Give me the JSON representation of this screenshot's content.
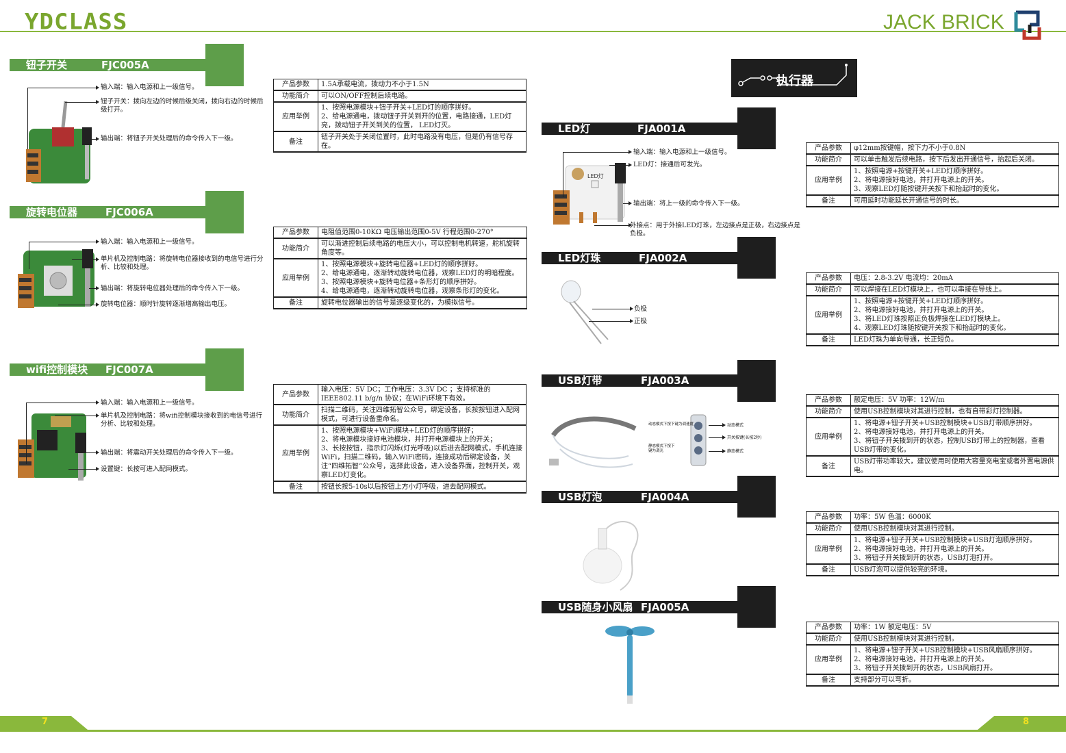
{
  "header": {
    "left_logo": "YDCLASS",
    "right_logo": "JACK BRICK"
  },
  "exec_badge": "执行器",
  "left_sections": [
    {
      "name": "钮子开关",
      "code": "FJC005A",
      "annotations": [
        "输入端：输入电源和上一级信号。",
        "钮子开关：拨向左边的时候后级关闭，拨向右边的时候后级打开。",
        "输出端：将钮子开关处理后的命令传入下一级。"
      ],
      "table": [
        {
          "k": "产品参数",
          "v": "1.5A承载电流，拨动力不小于1.5N"
        },
        {
          "k": "功能简介",
          "v": "可以ON/OFF控制后续电路。"
        },
        {
          "k": "应用举例",
          "v": "1、按照电源模块+钮子开关+LED灯的顺序拼好。\n2、给电源通电，拨动钮子开关到开的位置，电路接通，LED灯亮，拨动钮子开关到关的位置， LED灯灭。"
        },
        {
          "k": "备注",
          "v": "钮子开关处于关闭位置时，此时电路没有电压，但是仍有信号存在。"
        }
      ]
    },
    {
      "name": "旋转电位器",
      "code": "FJC006A",
      "annotations": [
        "输入端：输入电源和上一级信号。",
        "单片机及控制电路：将旋转电位器接收到的电信号进行分析、比较和处理。",
        "输出端：将旋转电位器处理后的命令传入下一级。",
        "旋转电位器：顺时针旋转逐渐增高输出电压。"
      ],
      "table": [
        {
          "k": "产品参数",
          "v": "电阻值范围0-10KΩ  电压输出范围0-5V  行程范围0-270°"
        },
        {
          "k": "功能简介",
          "v": "可以渐进控制后续电路的电压大小，可以控制电机转速，舵机旋转角度等。"
        },
        {
          "k": "应用举例",
          "v": "1、按照电源模块+旋转电位器+LED灯的顺序拼好。\n2、给电源通电，逐渐转动旋转电位器，观察LED灯的明暗程度。\n3、按照电源模块+旋转电位器+条形灯的顺序拼好。\n4、给电源通电，逐渐转动旋转电位器，观察条形灯的变化。"
        },
        {
          "k": "备注",
          "v": "旋转电位器输出的信号是逐级变化的，为模拟信号。"
        }
      ]
    },
    {
      "name": "wifi控制模块",
      "code": "FJC007A",
      "annotations": [
        "输入端：输入电源和上一级信号。",
        "单片机及控制电路：将wifi控制模块接收到的电信号进行分析、比较和处理。",
        "输出端：将震动开关处理后的命令传入下一级。",
        "设置键：长按可进入配网模式。"
      ],
      "table": [
        {
          "k": "产品参数",
          "v": "输入电压：5V DC；工作电压：3.3V DC ；支持标准的IEEE802.11 b/g/n 协议；在WiFi环境下有效。"
        },
        {
          "k": "功能简介",
          "v": "扫描二维码，关注四维拓智公众号，绑定设备，长按按钮进入配网模式，可进行设备重命名。"
        },
        {
          "k": "应用举例",
          "v": "1、按照电源模块+WiFi模块+LED灯的顺序拼好；\n2、将电源模块接好电池模块，并打开电源模块上的开关；\n3、长按按钮，指示灯闪烁(灯光呼吸)以后进去配网模式，手机连接WiFi，扫描二维码，输入WiFi密码，连接成功后绑定设备，关注“四维拓智”公众号，选择此设备，进入设备界面，控制开关，观察LED灯变化。"
        },
        {
          "k": "备注",
          "v": "按钮长按5-10s以后按钮上方小灯呼吸，进去配网模式。"
        }
      ]
    }
  ],
  "right_sections": [
    {
      "name": "LED灯",
      "code": "FJA001A",
      "annotations": [
        "输入端：输入电源和上一级信号。",
        "LED灯：接通后可发光。",
        "输出端：将上一级的命令传入下一级。",
        "外接点：用于外接LED灯珠，左边接点是正极，右边接点是负极。"
      ],
      "chip_label": "LED灯",
      "table": [
        {
          "k": "产品参数",
          "v": "φ12mm按键帽，按下力不小于0.8N"
        },
        {
          "k": "功能简介",
          "v": "可以单击触发后续电路，按下后发出开通信号，抬起后关闭。"
        },
        {
          "k": "应用举例",
          "v": "1、按照电源+按键开关+LED灯顺序拼好。\n2、将电源接好电池，并打开电源上的开关。\n3、观察LED灯随按键开关按下和抬起时的变化。"
        },
        {
          "k": "备注",
          "v": "可用延时功能延长开通信号的时长。"
        }
      ]
    },
    {
      "name": "LED灯珠",
      "code": "FJA002A",
      "annotations": [
        "负极",
        "正极"
      ],
      "table": [
        {
          "k": "产品参数",
          "v": "电压：2.8-3.2V   电流均：20mA"
        },
        {
          "k": "功能简介",
          "v": "可以焊接在LED灯模块上，也可以串接在导线上。"
        },
        {
          "k": "应用举例",
          "v": "1、按照电源+按键开关+LED灯顺序拼好。\n2、将电源接好电池，并打开电源上的开关。\n3、将LED灯珠按照正负极焊接在LED灯模块上。\n4、观察LED灯珠随按键开关按下和抬起时的变化。"
        },
        {
          "k": "备注",
          "v": "LED灯珠为单向导通，长正短负。"
        }
      ]
    },
    {
      "name": "USB灯带",
      "code": "FJA003A",
      "annotations": [
        "动态模式",
        "开关按键(长按2秒)",
        "静态模式"
      ],
      "remote_labels": [
        "动态模式下按下键为调速度",
        "静态模式下按下键为调光"
      ],
      "table": [
        {
          "k": "产品参数",
          "v": "额定电压：5V   功率：12W/m"
        },
        {
          "k": "功能简介",
          "v": "使用USB控制模块对其进行控制，也有自带彩灯控制器。"
        },
        {
          "k": "应用举例",
          "v": "1、将电源+钮子开关+USB控制模块+USB灯带顺序拼好。\n2、将电源接好电池，并打开电源上的开关。\n3、将钮子开关拨到开的状态，控制USB灯带上的控制器，查看USB灯带的变化。"
        },
        {
          "k": "备注",
          "v": "USB灯带功率较大，建议使用时使用大容量充电宝或者外置电源供电。"
        }
      ]
    },
    {
      "name": "USB灯泡",
      "code": "FJA004A",
      "table": [
        {
          "k": "产品参数",
          "v": "功率：5W   色温：6000K"
        },
        {
          "k": "功能简介",
          "v": "使用USB控制模块对其进行控制。"
        },
        {
          "k": "应用举例",
          "v": "1、将电源+钮子开关+USB控制模块+USB灯泡顺序拼好。\n2、将电源接好电池，并打开电源上的开关。\n3、将钮子开关拨到开的状态，USB灯泡打开。"
        },
        {
          "k": "备注",
          "v": "USB灯泡可以提供较亮的环境。"
        }
      ]
    },
    {
      "name": "USB随身小风扇",
      "code": "FJA005A",
      "table": [
        {
          "k": "产品参数",
          "v": "功率：1W   额定电压：5V"
        },
        {
          "k": "功能简介",
          "v": "使用USB控制模块对其进行控制。"
        },
        {
          "k": "应用举例",
          "v": "1、将电源+钮子开关+USB控制模块+USB风扇顺序拼好。\n2、将电源接好电池，并打开电源上的开关。\n3、将钮子开关拨到开的状态，USB风扇打开。"
        },
        {
          "k": "备注",
          "v": "支持部分可以弯折。"
        }
      ]
    }
  ],
  "footer": {
    "page_left": "7",
    "page_right": "8"
  },
  "colors": {
    "green": "#5e9e4a",
    "line_green": "#8ab83c",
    "dark": "#1e1e1e",
    "page_num": "#f0e020"
  }
}
